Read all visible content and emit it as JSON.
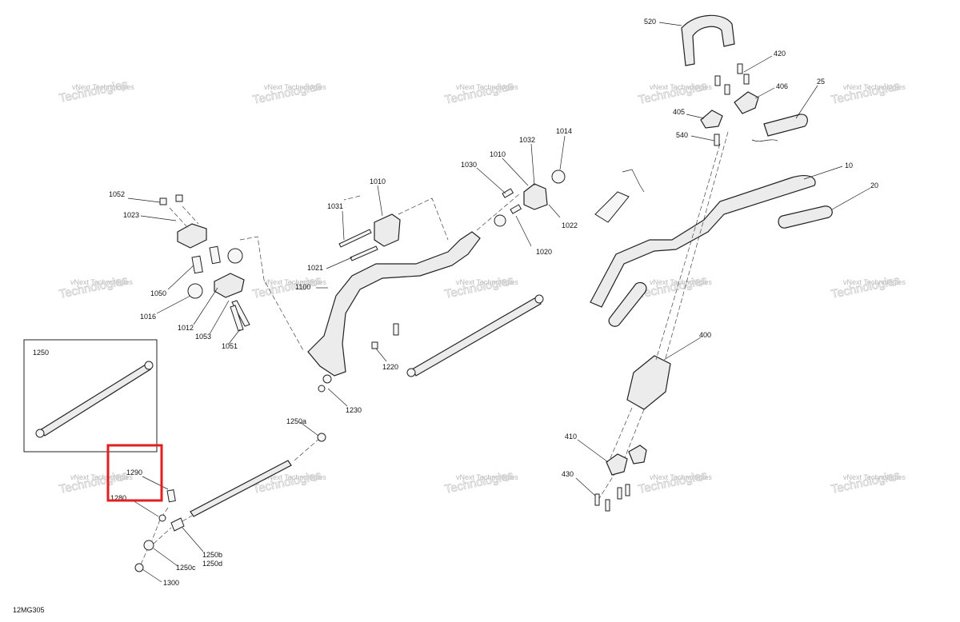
{
  "diagram": {
    "code": "12MG305",
    "watermark": "vNext Technologies",
    "watermark_word": "Technologies",
    "callouts": {
      "c520": "520",
      "c420": "420",
      "c406": "406",
      "c25": "25",
      "c405": "405",
      "c540": "540",
      "c10": "10",
      "c20": "20",
      "c1014": "1014",
      "c1032": "1032",
      "c1010a": "1010",
      "c1030": "1030",
      "c1010b": "1010",
      "c1022": "1022",
      "c1031": "1031",
      "c1020": "1020",
      "c1052": "1052",
      "c1023": "1023",
      "c1021": "1021",
      "c1100": "1100",
      "c1050": "1050",
      "c1016": "1016",
      "c1012": "1012",
      "c1053": "1053",
      "c1051": "1051",
      "c400": "400",
      "c1250": "1250",
      "c1220": "1220",
      "c1230": "1230",
      "c1250a": "1250a",
      "c410": "410",
      "c430": "430",
      "c1290": "1290",
      "c1280": "1280",
      "c1250b": "1250b",
      "c1250d": "1250d",
      "c1250c": "1250c",
      "c1300": "1300"
    },
    "highlight": {
      "label": "selected-callout",
      "color": "#e02020"
    }
  }
}
